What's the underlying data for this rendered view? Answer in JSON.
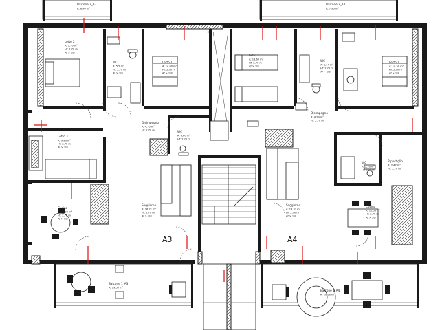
{
  "plan": {
    "unit_a3": "A3",
    "unit_a4": "A4",
    "rooms": [
      {
        "id": "balcone-2a3",
        "name": "Balcone 2_A3",
        "lines": [
          "A: 6,90 m²"
        ]
      },
      {
        "id": "balcone-2a4",
        "name": "Balcone 2_A4",
        "lines": [
          "A: 7,90 m²"
        ]
      },
      {
        "id": "letto2",
        "name": "Letto 2",
        "lines": [
          "A: 9,70 m²",
          "Hf: 2,70 m",
          "Af > 1\\8"
        ]
      },
      {
        "id": "wc-a3",
        "name": "WC",
        "lines": [
          "A: 5,5 m²",
          "Hf: 2,70 m",
          "Af > 1\\8"
        ]
      },
      {
        "id": "letto1-a3",
        "name": "Letto 1",
        "lines": [
          "A: 14,00 m²",
          "Hf: 2,70 m",
          "Af > 1\\8"
        ]
      },
      {
        "id": "letto2-a4",
        "name": "Letto 2",
        "lines": [
          "A: 13,60 m²",
          "Hf: 2,70 m",
          "Af > 1\\8"
        ]
      },
      {
        "id": "wc-a4",
        "name": "WC",
        "lines": [
          "A: 6,14 m²",
          "Hf: 2,70 m",
          "Af > 1\\8"
        ]
      },
      {
        "id": "letto1-a4",
        "name": "Letto 1",
        "lines": [
          "A: 14,50 m²",
          "Hf: 2,70 m",
          "Af > 1\\8"
        ]
      },
      {
        "id": "disimpegno-a3",
        "name": "Disimpegno",
        "lines": [
          "A: 4,70 m²",
          "Hf: 2,70 m"
        ]
      },
      {
        "id": "wc2-a3",
        "name": "WC",
        "lines": [
          "A: 4,60 m²",
          "Hf: 2,70 m"
        ]
      },
      {
        "id": "disimpegno-a4",
        "name": "Disimpegno",
        "lines": [
          "A: 4,29 m²",
          "Hf: 2,70 m"
        ]
      },
      {
        "id": "wc2-a4",
        "name": "WC",
        "lines": [
          "A: 3,16 m²",
          "Hf: 2,70 m"
        ]
      },
      {
        "id": "letto3",
        "name": "Letto 3",
        "lines": [
          "A: 9,96 m²",
          "Hf: 2,70 m",
          "Af > 1\\8"
        ]
      },
      {
        "id": "ripostiglio",
        "name": "Ripostiglio",
        "lines": [
          "A: 2,47 m²",
          "Hf: 2,70 m"
        ]
      },
      {
        "id": "cucina-a3",
        "name": "Cucina",
        "lines": [
          "A: 12,90 m²",
          "Hf: 2,70 m",
          "Af > 1\\8"
        ]
      },
      {
        "id": "soggiorno-a3",
        "name": "Soggiorno",
        "lines": [
          "A: 16,71 m²",
          "Hf: 2,70 m",
          "Af > 1\\8"
        ]
      },
      {
        "id": "soggiorno-a4",
        "name": "Soggiorno",
        "lines": [
          "A: 14,33 m²",
          "Hf: 2,70 m",
          "Af > 1\\8"
        ]
      },
      {
        "id": "cucina-a4",
        "name": "Cucina",
        "lines": [
          "A: 12,58 m²",
          "Hf: 2,70 m",
          "Af > 1\\8"
        ]
      },
      {
        "id": "balcone-1a3",
        "name": "Balcone 1_A3",
        "lines": [
          "A: 19,50 m²"
        ]
      },
      {
        "id": "balcone-1a4",
        "name": "Balcone 1_A4",
        "lines": [
          "A: 20,60 m²"
        ]
      }
    ]
  }
}
